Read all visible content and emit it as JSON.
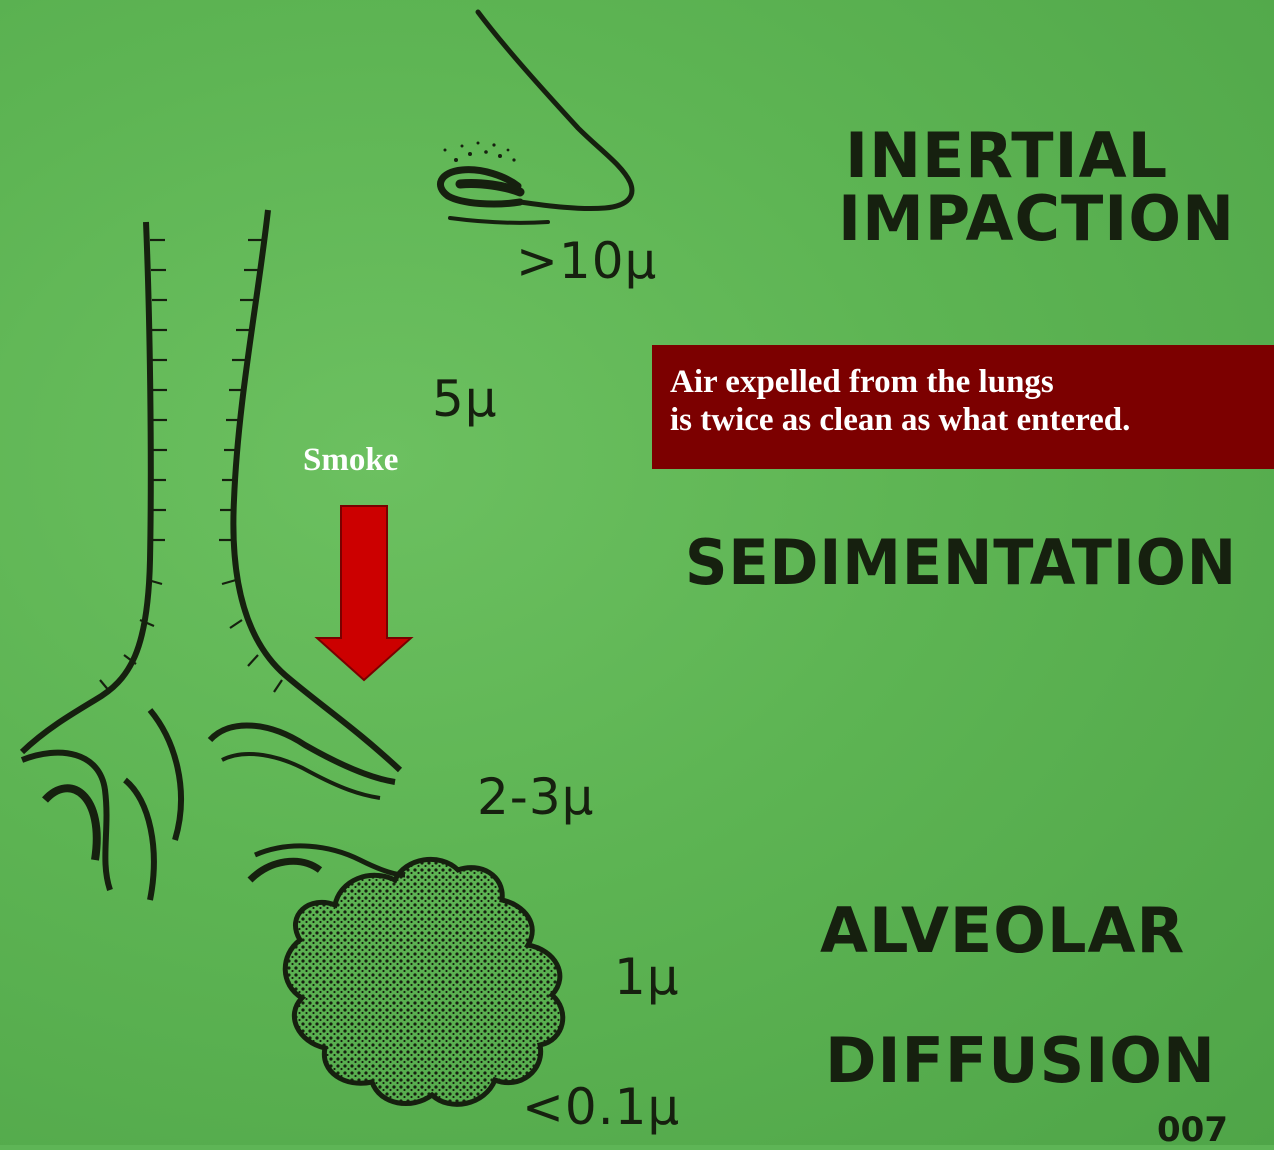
{
  "labels": {
    "inertial_line1": "INERTIAL",
    "inertial_line2": "IMPACTION",
    "sedimentation": "SEDIMENTATION",
    "alveolar_line1": "ALVEOLAR",
    "alveolar_line2": "DIFFUSION"
  },
  "sizes": {
    "gt10": ">10µ",
    "five": "5µ",
    "two_three": "2-3µ",
    "one": "1µ",
    "lt01": "<0.1µ"
  },
  "callout": {
    "line1": "Air expelled from the lungs",
    "line2": "is twice as clean as what entered."
  },
  "arrow": {
    "label": "Smoke",
    "color": "#cc0000"
  },
  "page_number": "007",
  "colors": {
    "background": "#5eb556",
    "ink": "#16200f",
    "callout_bg": "#7c0000"
  }
}
